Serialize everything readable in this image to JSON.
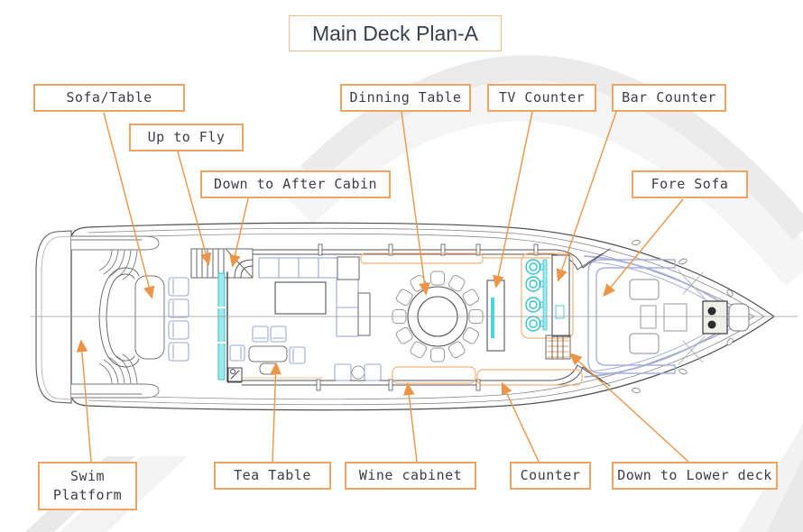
{
  "title": {
    "text": "Main Deck Plan-A"
  },
  "callouts": [
    {
      "id": "sofa-table",
      "label": "Sofa/Table"
    },
    {
      "id": "up-to-fly",
      "label": "Up to Fly"
    },
    {
      "id": "down-to-after-cabin",
      "label": "Down to After Cabin"
    },
    {
      "id": "dinning-table",
      "label": "Dinning Table"
    },
    {
      "id": "tv-counter",
      "label": "TV Counter"
    },
    {
      "id": "bar-counter",
      "label": "Bar Counter"
    },
    {
      "id": "fore-sofa",
      "label": "Fore Sofa"
    },
    {
      "id": "swim-platform",
      "label": "Swim Platform",
      "lines": [
        "Swim",
        "Platform"
      ]
    },
    {
      "id": "tea-table",
      "label": "Tea Table"
    },
    {
      "id": "wine-cabinet",
      "label": "Wine cabinet"
    },
    {
      "id": "counter",
      "label": "Counter"
    },
    {
      "id": "down-to-lower-deck",
      "label": "Down to Lower deck"
    }
  ],
  "colors": {
    "callout_border": "#EFA45F",
    "arrow": "#EC9547",
    "label_text": "#3D3D47",
    "hull_line": "#4E4E54",
    "mid_line": "#8C8C92",
    "furniture_periwinkle": "#9FA7D6",
    "teal_accent": "#2FC4CC",
    "teal_fill": "#9FEAEE",
    "interior_orange": "#F4B277",
    "watermark_gray": "#ECECEC"
  }
}
